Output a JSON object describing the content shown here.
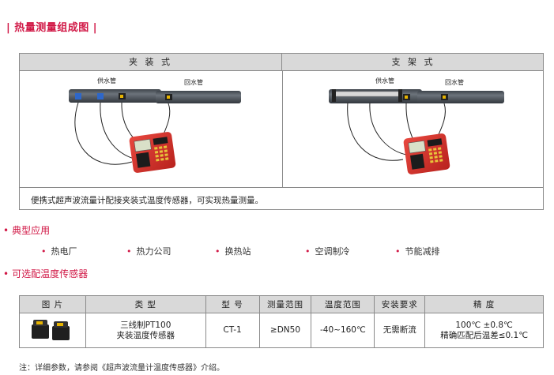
{
  "section_title": "| 热量测量组成图 |",
  "diagram": {
    "columns": [
      "夹 装 式",
      "支 架 式"
    ],
    "pipe_labels": {
      "supply": "供水管",
      "return": "回水管"
    },
    "caption": "便携式超声波流量计配接夹装式温度传感器，可实现热量测量。"
  },
  "applications": {
    "heading": "典型应用",
    "items": [
      "热电厂",
      "热力公司",
      "换热站",
      "空调制冷",
      "节能减排"
    ]
  },
  "sensors": {
    "heading": "可选配温度传感器",
    "headers": [
      "图 片",
      "类 型",
      "型 号",
      "测量范围",
      "温度范围",
      "安装要求",
      "精 度"
    ],
    "rows": [
      {
        "type_line1": "三线制PT100",
        "type_line2": "夹装温度传感器",
        "model": "CT-1",
        "range": "≥DN50",
        "temp": "-40~160℃",
        "install": "无需断流",
        "accuracy_line1": "100℃ ±0.8℃",
        "accuracy_line2": "精确匹配后温差≤0.1℃"
      }
    ]
  },
  "note": "注：详细参数，请参阅《超声波流量计温度传感器》介绍。",
  "colors": {
    "accent": "#d11846",
    "header_bg": "#d9d9d9",
    "pipe": "#5a6068",
    "device": "#d8322c"
  }
}
